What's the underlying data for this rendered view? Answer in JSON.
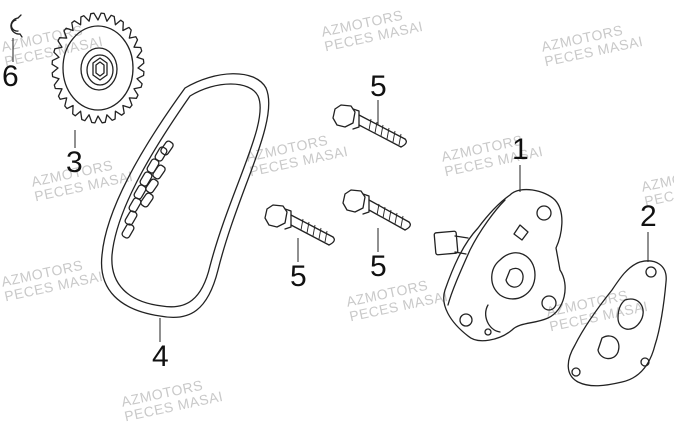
{
  "watermark": {
    "line1": "AZMOTORS",
    "line2": "PECES MASAI"
  },
  "callouts": {
    "c1": "1",
    "c2": "2",
    "c3": "3",
    "c4": "4",
    "c5a": "5",
    "c5b": "5",
    "c5c": "5",
    "c6": "6"
  },
  "parts": [
    {
      "id": "1",
      "name": "oil-pump"
    },
    {
      "id": "2",
      "name": "oil-pump-cover"
    },
    {
      "id": "3",
      "name": "driven-sprocket"
    },
    {
      "id": "4",
      "name": "drive-chain"
    },
    {
      "id": "5",
      "name": "flange-bolt"
    },
    {
      "id": "6",
      "name": "circlip"
    }
  ]
}
